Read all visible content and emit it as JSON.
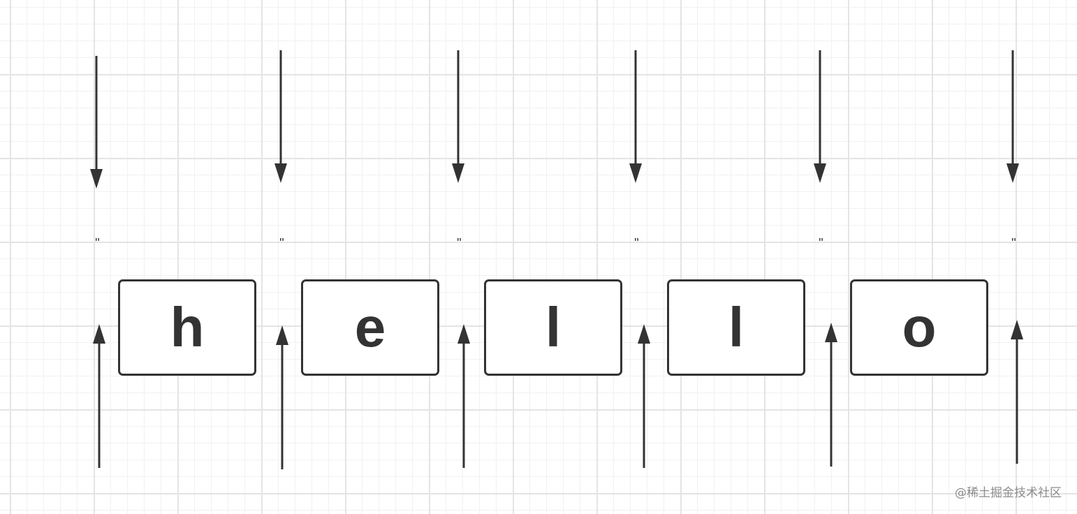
{
  "diagram": {
    "characters": [
      {
        "char": "h"
      },
      {
        "char": "e"
      },
      {
        "char": "l"
      },
      {
        "char": "l"
      },
      {
        "char": "o"
      }
    ],
    "empty_marks": [
      "''",
      "''",
      "''",
      "''",
      "''",
      "''"
    ],
    "line_color": "#333333"
  },
  "watermark": {
    "text": "@稀土掘金技术社区"
  }
}
